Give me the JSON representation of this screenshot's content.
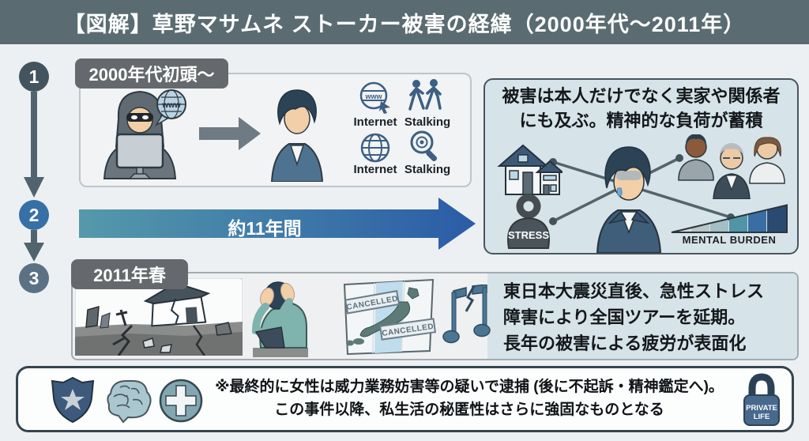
{
  "header": {
    "title": "【図解】草野マサムネ ストーカー被害の経緯（2000年代〜2011年）"
  },
  "steps": {
    "one": "1",
    "two": "2",
    "three": "3"
  },
  "badges": {
    "era_start": "2000年代初頭〜",
    "spring_2011": "2011年春"
  },
  "arrow": {
    "duration": "約11年間"
  },
  "hacker": {
    "bubble": "www"
  },
  "icons": {
    "www_globe": "www"
  },
  "icon_grid": {
    "row1": [
      {
        "label": "Internet"
      },
      {
        "label": "Stalking"
      }
    ],
    "row2": [
      {
        "label": "Internet"
      },
      {
        "label": "Stalking"
      }
    ]
  },
  "panel1": {
    "line1": "被害は本人だけでなく実家や関係者",
    "line2": "にも及ぶ。精神的な負荷が蓄積",
    "stress": "STRESS",
    "mental_burden": "MENTAL BURDEN"
  },
  "section3": {
    "stamp1": "CANCELLED",
    "stamp2": "CANCELLED",
    "line1": "東日本大震災直後、急性ストレス",
    "line2": "障害により全国ツアーを延期。",
    "line3": "長年の被害による疲労が表面化"
  },
  "footer": {
    "line1": "※最終的に女性は威力業務妨害等の疑いで逮捕 (後に不起訴・精神鑑定へ)。",
    "line2": "この事件以降、私生活の秘匿性はさらに強固なものとなる",
    "lock_line1": "PRIVATE",
    "lock_line2": "LIFE"
  },
  "colors": {
    "header_bg": "#5a6c72",
    "page_bg": "#edf0f2",
    "badge_bg": "#65696d",
    "step1_bg": "#43545f",
    "step2_bg": "#376fa7",
    "step3_bg": "#5b7285",
    "panel_bg": "#d6e3e8",
    "arrow_gradient_start": "#5599aa",
    "arrow_gradient_end": "#2a5ca7"
  }
}
